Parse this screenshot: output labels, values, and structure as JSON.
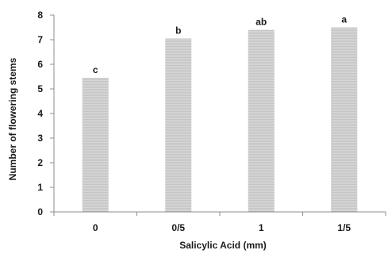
{
  "chart_data": {
    "type": "bar",
    "categories": [
      "0",
      "0/5",
      "1",
      "1/5"
    ],
    "values": [
      5.45,
      7.05,
      7.4,
      7.5
    ],
    "data_labels": [
      "c",
      "b",
      "ab",
      "a"
    ],
    "title": "",
    "xlabel": "Salicylic Acid (mm)",
    "ylabel": "Number of flowering stems",
    "ylim": [
      0,
      8
    ],
    "yticks": [
      "0",
      "1",
      "2",
      "3",
      "4",
      "5",
      "6",
      "7",
      "8"
    ],
    "grid": false,
    "legend": "none",
    "bar_color": "#d4d4d4",
    "bar_stripe_color": "#c4c4c4"
  }
}
